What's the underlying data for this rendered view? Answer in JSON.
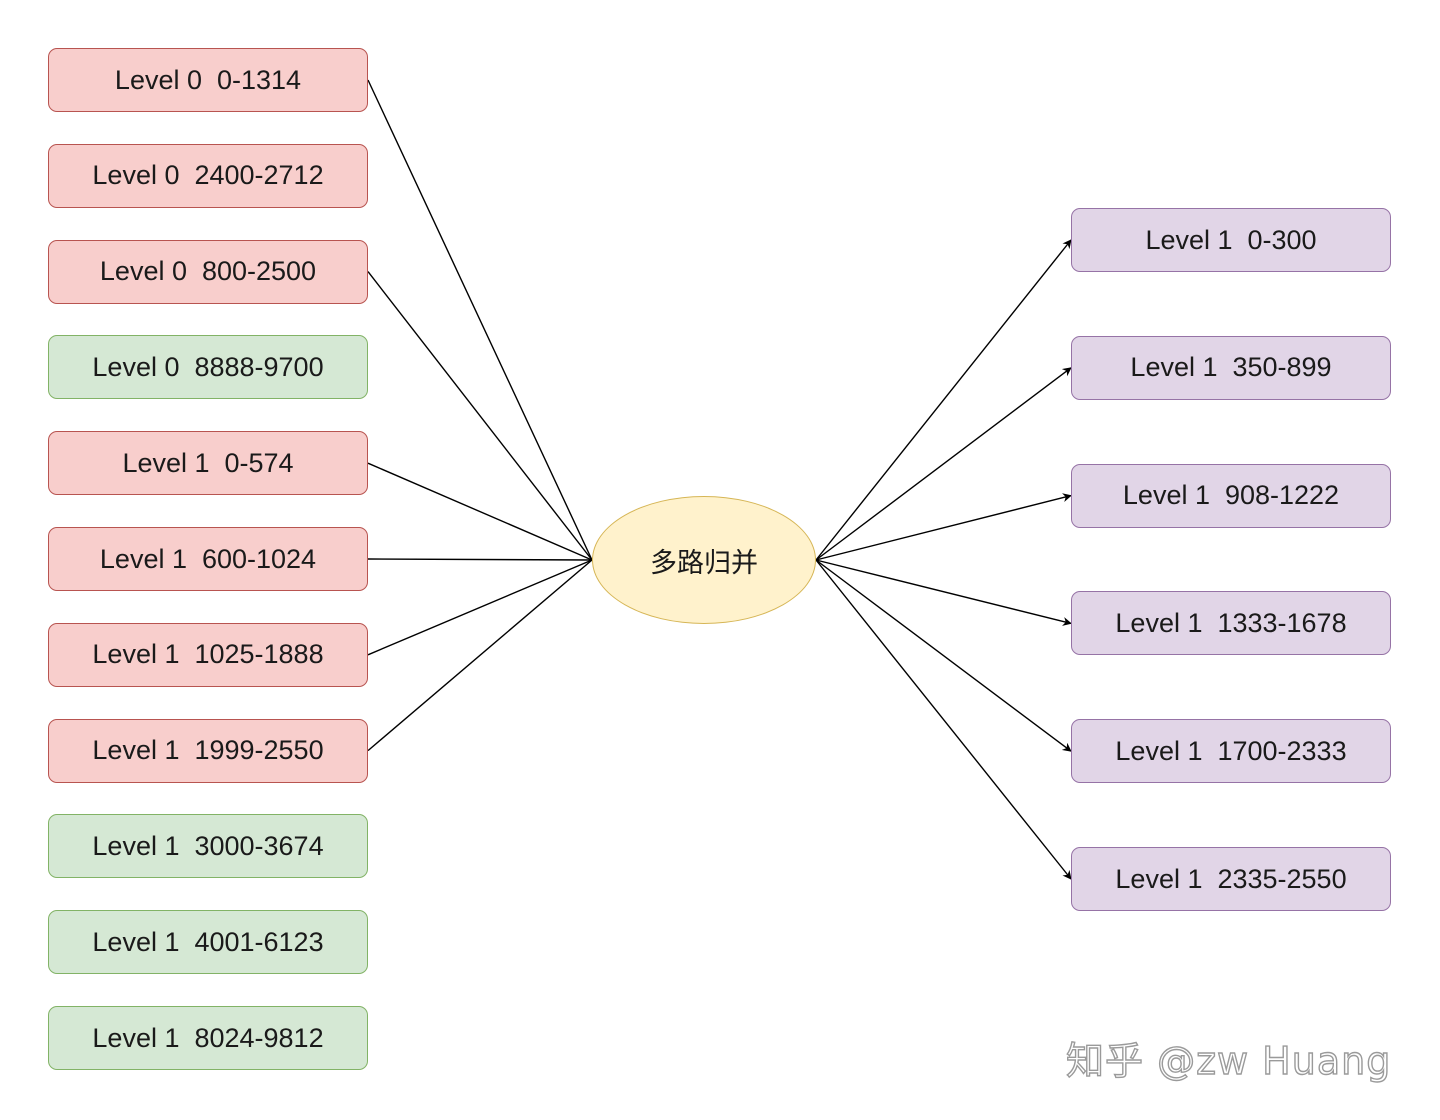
{
  "inputs": [
    {
      "label": "Level 0  0-1314",
      "color": "pink",
      "merged": true
    },
    {
      "label": "Level 0  2400-2712",
      "color": "pink",
      "merged": false
    },
    {
      "label": "Level 0  800-2500",
      "color": "pink",
      "merged": true
    },
    {
      "label": "Level 0  8888-9700",
      "color": "green",
      "merged": false
    },
    {
      "label": "Level 1  0-574",
      "color": "pink",
      "merged": true
    },
    {
      "label": "Level 1  600-1024",
      "color": "pink",
      "merged": true
    },
    {
      "label": "Level 1  1025-1888",
      "color": "pink",
      "merged": true
    },
    {
      "label": "Level 1  1999-2550",
      "color": "pink",
      "merged": true
    },
    {
      "label": "Level 1  3000-3674",
      "color": "green",
      "merged": false
    },
    {
      "label": "Level 1  4001-6123",
      "color": "green",
      "merged": false
    },
    {
      "label": "Level 1  8024-9812",
      "color": "green",
      "merged": false
    }
  ],
  "merge_label": "多路归并",
  "outputs": [
    {
      "label": "Level 1  0-300"
    },
    {
      "label": "Level 1  350-899"
    },
    {
      "label": "Level 1  908-1222"
    },
    {
      "label": "Level 1  1333-1678"
    },
    {
      "label": "Level 1  1700-2333"
    },
    {
      "label": "Level 1  2335-2550"
    }
  ],
  "colors": {
    "pink_fill": "#f8cecc",
    "pink_border": "#b85450",
    "green_fill": "#d5e8d4",
    "green_border": "#82b366",
    "purple_fill": "#e1d5e7",
    "purple_border": "#9673a6",
    "merge_fill": "#fff2cc",
    "merge_border": "#d6b656",
    "edge": "#000000"
  },
  "watermark": "知乎 @zw Huang"
}
